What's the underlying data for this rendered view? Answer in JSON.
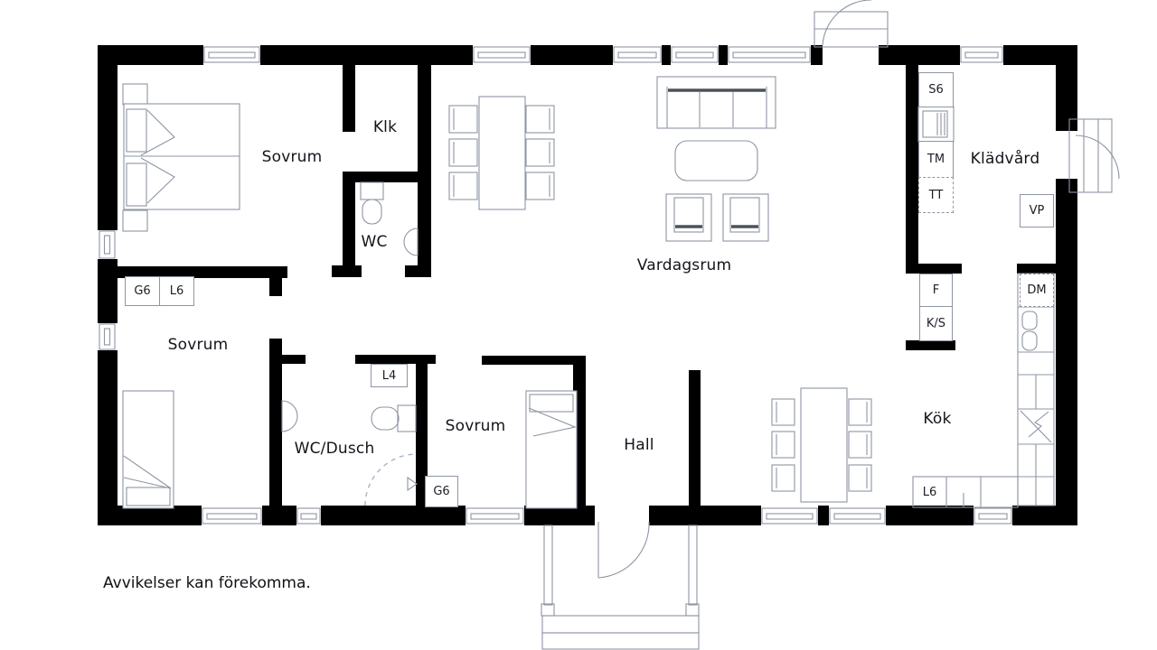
{
  "floorplan": {
    "rooms": [
      {
        "id": "sovrum-1",
        "label": "Sovrum"
      },
      {
        "id": "klk",
        "label": "Klk"
      },
      {
        "id": "wc",
        "label": "WC"
      },
      {
        "id": "vardagsrum",
        "label": "Vardagsrum"
      },
      {
        "id": "kladvard",
        "label": "Klädvård"
      },
      {
        "id": "sovrum-2",
        "label": "Sovrum"
      },
      {
        "id": "wc-dusch",
        "label": "WC/Dusch"
      },
      {
        "id": "sovrum-3",
        "label": "Sovrum"
      },
      {
        "id": "hall",
        "label": "Hall"
      },
      {
        "id": "kok",
        "label": "Kök"
      }
    ],
    "cabinets": {
      "g6_bedroom2": "G6",
      "l6_bedroom2": "L6",
      "l4_bath": "L4",
      "g6_bedroom3": "G6",
      "s6_laundry": "S6",
      "tm_laundry": "TM",
      "tt_laundry": "TT",
      "vp_laundry": "VP",
      "f_kitchen": "F",
      "ks_kitchen": "K/S",
      "dm_kitchen": "DM",
      "l6_kitchen": "L6"
    },
    "disclaimer": "Avvikelser kan förekomma.",
    "colors": {
      "wall": "#000000",
      "furniture_line": "#8e95a3",
      "accent_dark_line": "#4d525a",
      "shower_dash": "#a5b4c9",
      "text": "#14141c"
    }
  }
}
